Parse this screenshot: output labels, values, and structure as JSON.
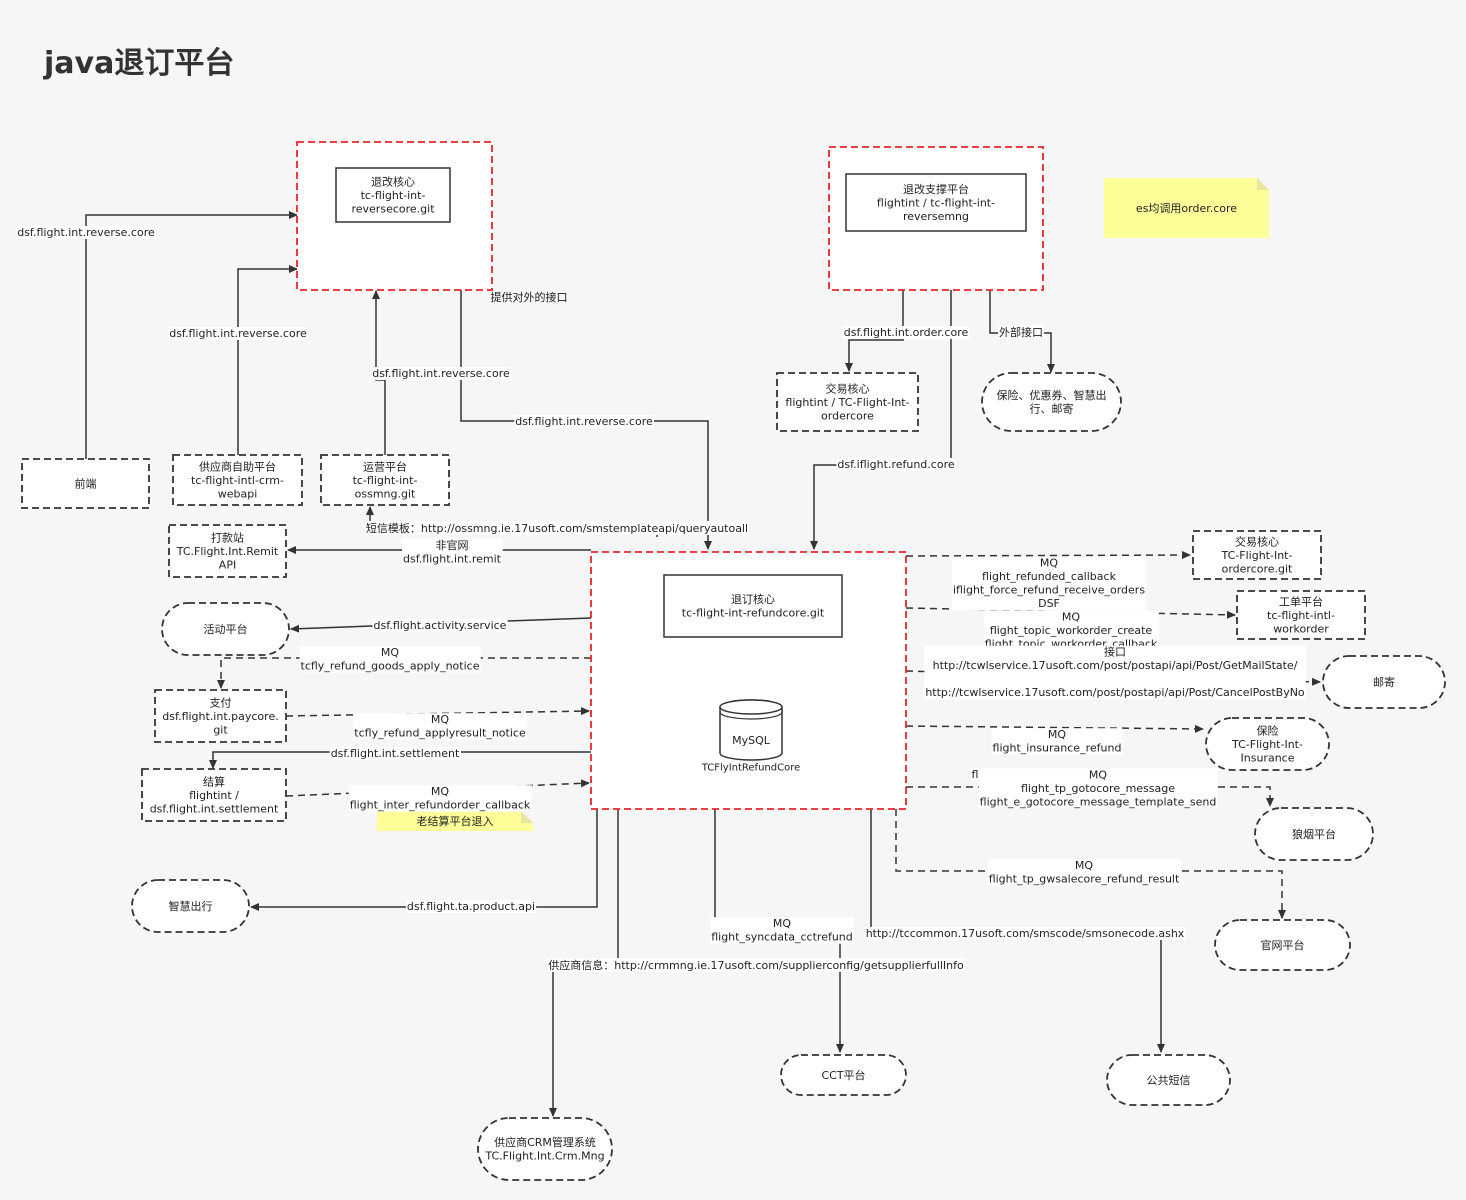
{
  "title": "java退订平台",
  "nodes": {
    "reverse_core": [
      "退改核心",
      "tc-flight-int-",
      "reversecore.git"
    ],
    "reverse_mng": [
      "退改支撑平台",
      "flightint / tc-flight-int-",
      "reversemng"
    ],
    "es_note": [
      "es均调用order.core"
    ],
    "frontend": [
      "前端"
    ],
    "supplier_platform": [
      "供应商自助平台",
      "tc-flight-intl-crm-",
      "webapi"
    ],
    "ops_platform": [
      "运营平台",
      "tc-flight-int-",
      "ossmng.git"
    ],
    "trade_core_top": [
      "交易核心",
      "flightint / TC-Flight-Int-",
      "ordercore"
    ],
    "insurance_coupon": [
      "保险、优惠券、智慧出",
      "行、邮寄"
    ],
    "remit": [
      "打款站",
      "TC.Flight.Int.Remit",
      "API"
    ],
    "refund_core": [
      "退订核心",
      "tc-flight-int-refundcore.git"
    ],
    "mysql": [
      "MySQL"
    ],
    "mysql_caption": [
      "TCFlyIntRefundCore"
    ],
    "activity": [
      "活动平台"
    ],
    "pay": [
      "支付",
      "dsf.flight.int.paycore.",
      "git"
    ],
    "settlement": [
      "结算",
      "flightint /",
      "dsf.flight.int.settlement"
    ],
    "settlement_note": [
      "老结算平台退入"
    ],
    "smart_travel": [
      "智慧出行"
    ],
    "trade_core_right": [
      "交易核心",
      "TC-Flight-Int-",
      "ordercore.git"
    ],
    "workorder": [
      "工单平台",
      "tc-flight-intl-",
      "workorder"
    ],
    "mail": [
      "邮寄"
    ],
    "insurance": [
      "保险",
      "TC-Flight-Int-",
      "Insurance"
    ],
    "langyan": [
      "狼烟平台"
    ],
    "website": [
      "官网平台"
    ],
    "cct": [
      "CCT平台"
    ],
    "sms": [
      "公共短信"
    ],
    "crm": [
      "供应商CRM管理系统",
      "TC.Flight.Int.Crm.Mng"
    ]
  },
  "labels": {
    "front_reverse": [
      "dsf.flight.int.reverse.core"
    ],
    "supplier_reverse": [
      "dsf.flight.int.reverse.core"
    ],
    "ops_reverse": [
      "dsf.flight.int.reverse.core"
    ],
    "core_reverse": [
      "dsf.flight.int.reverse.core"
    ],
    "external_api": [
      "提供对外的接口"
    ],
    "order_core": [
      "dsf.flight.int.order.core"
    ],
    "outer_api": [
      "外部接口"
    ],
    "iflight_refund": [
      "dsf.iflight.refund.core"
    ],
    "sms_template": [
      "短信模板：http://ossmng.ie.17usoft.com/smstemplateapi/queryautoall"
    ],
    "remit": [
      "非官网",
      "dsf.flight.int.remit"
    ],
    "activity_service": [
      "dsf.flight.activity.service"
    ],
    "goods_apply": [
      "MQ",
      "tcfly_refund_goods_apply_notice"
    ],
    "apply_result": [
      "MQ",
      "tcfly_refund_applyresult_notice"
    ],
    "settlement": [
      "dsf.flight.int.settlement"
    ],
    "inter_refund": [
      "MQ",
      "flight_inter_refundorder_callback"
    ],
    "ta_product": [
      "dsf.flight.ta.product.api"
    ],
    "refunded_callback": [
      "MQ",
      "flight_refunded_callback",
      "iflight_force_refund_receive_orders",
      "DSF"
    ],
    "workorder_mq": [
      "MQ",
      "flight_topic_workorder_create",
      "flight_topic_workorder_callback"
    ],
    "mail_api": [
      "接口",
      "http://tcwlservice.17usoft.com/post/postapi/api/Post/GetMailState/",
      "",
      "http://tcwlservice.17usoft.com/post/postapi/api/Post/CancelPostByNo"
    ],
    "insurance_refund": [
      "MQ",
      "flight_insurance_refund"
    ],
    "gotocore": [
      "MQ",
      "flight_tp_gotocore_message",
      "flight_e_gotocore_message_template_send"
    ],
    "gwsalecore": [
      "MQ",
      "flight_tp_gwsalecore_refund_result"
    ],
    "cctrefund": [
      "MQ",
      "flight_syncdata_cctrefund"
    ],
    "smsonecode": [
      "http://tccommon.17usoft.com/smscode/smsonecode.ashx"
    ],
    "supplier_info": [
      "供应商信息：http://crmmng.ie.17usoft.com/supplierconfig/getsupplierfullInfo"
    ],
    "gotocore_hidden": [
      "flig"
    ]
  },
  "colors": {
    "background": "#f6f6f6",
    "node_fill": "#ffffff",
    "stroke": "#333333",
    "highlight": "#e8262a",
    "note": "#ffff99",
    "note_fold": "#e6e6a0",
    "text": "#222222"
  }
}
